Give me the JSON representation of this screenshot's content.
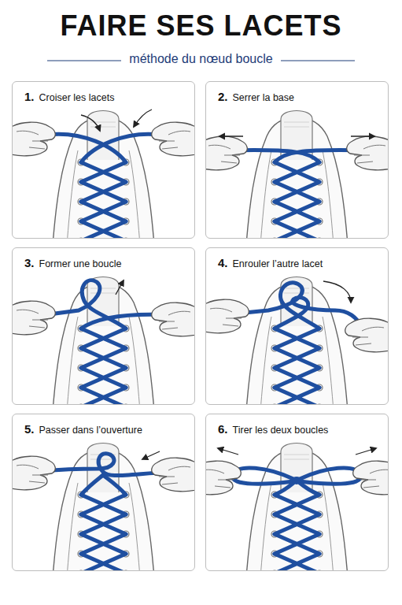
{
  "diagram": {
    "title": "FAIRE SES LACETS",
    "nodes": [
      {
        "text": [
          "1.",
          "Croiser les lacets"
        ]
      },
      {
        "text": [
          "2.",
          "Serrer la base"
        ]
      },
      {
        "text": [
          "3.",
          "Former une boucle"
        ]
      },
      {
        "text": [
          "4.",
          "Enrouler l’autre lacet"
        ]
      },
      {
        "text": [
          "5.",
          "Passer dans l’ouverture"
        ]
      },
      {
        "text": [
          "6.",
          "Tirer les deux boucles"
        ]
      }
    ],
    "labels": [
      "méthode du nœud boucle"
    ]
  }
}
